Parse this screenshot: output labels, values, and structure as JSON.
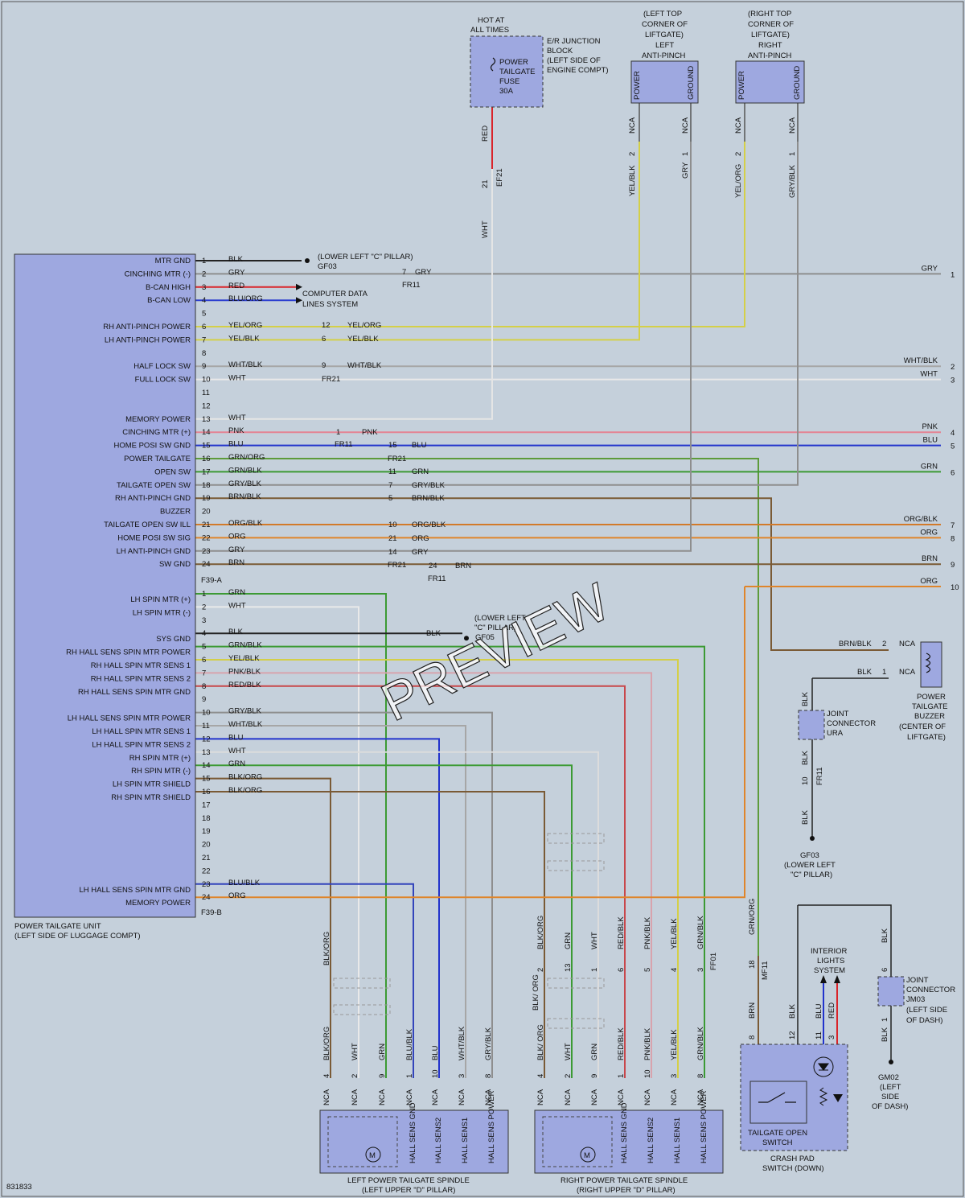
{
  "drawing_number": "831833",
  "watermark": "PREVIEW",
  "module": {
    "name": "POWER TAILGATE UNIT",
    "location": "(LEFT SIDE OF LUGGAGE COMPT)",
    "connector_a": "F39-A",
    "connector_b": "F39-B",
    "pins_a": [
      {
        "pin": "1",
        "label": "MTR GND",
        "color": "BLK",
        "hex": "#222222"
      },
      {
        "pin": "2",
        "label": "CINCHING MTR (-)",
        "color": "GRY",
        "hex": "#8c8c8c"
      },
      {
        "pin": "3",
        "label": "B-CAN HIGH",
        "color": "RED",
        "hex": "#d9242a"
      },
      {
        "pin": "4",
        "label": "B-CAN LOW",
        "color": "BLU/ORG",
        "hex": "#2d3fd0"
      },
      {
        "pin": "5",
        "label": "",
        "color": "",
        "hex": ""
      },
      {
        "pin": "6",
        "label": "RH ANTI-PINCH POWER",
        "color": "YEL/ORG",
        "hex": "#d8d24a"
      },
      {
        "pin": "7",
        "label": "LH ANTI-PINCH POWER",
        "color": "YEL/BLK",
        "hex": "#cbc545"
      },
      {
        "pin": "8",
        "label": "",
        "color": "",
        "hex": ""
      },
      {
        "pin": "9",
        "label": "HALF LOCK SW",
        "color": "WHT/BLK",
        "hex": "#9a9a9a"
      },
      {
        "pin": "10",
        "label": "FULL LOCK SW",
        "color": "WHT",
        "hex": "#e6e6e6"
      },
      {
        "pin": "11",
        "label": "",
        "color": "",
        "hex": ""
      },
      {
        "pin": "12",
        "label": "",
        "color": "",
        "hex": ""
      },
      {
        "pin": "13",
        "label": "MEMORY POWER",
        "color": "WHT",
        "hex": "#e6e6e6"
      },
      {
        "pin": "14",
        "label": "CINCHING MTR (+)",
        "color": "PNK",
        "hex": "#e07a8c"
      },
      {
        "pin": "15",
        "label": "HOME POSI SW GND",
        "color": "BLU",
        "hex": "#2233cc"
      },
      {
        "pin": "16",
        "label": "POWER TAILGATE",
        "color": "GRN/ORG",
        "hex": "#5d9b3a"
      },
      {
        "pin": "17",
        "label": "OPEN SW",
        "color": "GRN/BLK",
        "hex": "#3f8f2f"
      },
      {
        "pin": "18",
        "label": "TAILGATE OPEN SW",
        "color": "GRY/BLK",
        "hex": "#8c8c8c"
      },
      {
        "pin": "19",
        "label": "RH ANTI-PINCH GND",
        "color": "BRN/BLK",
        "hex": "#7a5a35"
      },
      {
        "pin": "20",
        "label": "BUZZER",
        "color": "",
        "hex": ""
      },
      {
        "pin": "21",
        "label": "TAILGATE OPEN SW ILL",
        "color": "ORG/BLK",
        "hex": "#d9822b"
      },
      {
        "pin": "22",
        "label": "HOME POSI SW SIG",
        "color": "ORG",
        "hex": "#e0862a"
      },
      {
        "pin": "23",
        "label": "LH ANTI-PINCH GND",
        "color": "GRY",
        "hex": "#8c8c8c"
      },
      {
        "pin": "24",
        "label": "SW GND",
        "color": "BRN",
        "hex": "#7a5a35"
      }
    ],
    "pins_b": [
      {
        "pin": "1",
        "label": "LH SPIN MTR (+)",
        "color": "GRN"
      },
      {
        "pin": "2",
        "label": "LH SPIN MTR (-)",
        "color": "WHT"
      },
      {
        "pin": "3",
        "label": "",
        "color": ""
      },
      {
        "pin": "4",
        "label": "SYS GND",
        "color": "BLK"
      },
      {
        "pin": "5",
        "label": "RH HALL SENS SPIN MTR POWER",
        "color": "GRN/BLK"
      },
      {
        "pin": "6",
        "label": "RH HALL SPIN MTR SENS 1",
        "color": "YEL/BLK"
      },
      {
        "pin": "7",
        "label": "RH HALL SPIN MTR SENS 2",
        "color": "PNK/BLK"
      },
      {
        "pin": "8",
        "label": "RH HALL SENS SPIN MTR GND",
        "color": "RED/BLK"
      },
      {
        "pin": "9",
        "label": "",
        "color": ""
      },
      {
        "pin": "10",
        "label": "LH HALL SENS SPIN MTR POWER",
        "color": "GRY/BLK"
      },
      {
        "pin": "11",
        "label": "LH HALL SPIN MTR SENS 1",
        "color": "WHT/BLK"
      },
      {
        "pin": "12",
        "label": "LH HALL SPIN MTR SENS 2",
        "color": "BLU"
      },
      {
        "pin": "13",
        "label": "RH SPIN MTR (+)",
        "color": "WHT"
      },
      {
        "pin": "14",
        "label": "RH SPIN MTR (-)",
        "color": "GRN"
      },
      {
        "pin": "15",
        "label": "LH SPIN MTR SHIELD",
        "color": "BLK/ORG"
      },
      {
        "pin": "16",
        "label": "RH SPIN MTR SHIELD",
        "color": "BLK/ORG"
      },
      {
        "pin": "17",
        "label": "",
        "color": ""
      },
      {
        "pin": "18",
        "label": "",
        "color": ""
      },
      {
        "pin": "19",
        "label": "",
        "color": ""
      },
      {
        "pin": "20",
        "label": "",
        "color": ""
      },
      {
        "pin": "21",
        "label": "",
        "color": ""
      },
      {
        "pin": "22",
        "label": "",
        "color": ""
      },
      {
        "pin": "23",
        "label": "LH HALL SENS SPIN MTR GND",
        "color": "BLU/BLK"
      },
      {
        "pin": "24",
        "label": "MEMORY POWER",
        "color": "ORG"
      }
    ]
  },
  "inline_labels": {
    "gf03_top": "(LOWER LEFT \"C\" PILLAR)",
    "gf03_top_id": "GF03",
    "computer_data": "COMPUTER DATA",
    "lines_system": "LINES SYSTEM",
    "fr11": "FR11",
    "fr21": "FR21",
    "gf05_a": "(LOWER LEFT",
    "gf05_b": "\"C\" PILLAR)",
    "gf05_id": "GF05",
    "f7": "7",
    "f12": "12",
    "f6": "6",
    "f9": "9",
    "f1": "1",
    "f15": "15",
    "f11": "11",
    "f7b": "7",
    "f5": "5",
    "f10": "10",
    "f21": "21",
    "f14": "14",
    "f24": "24",
    "c_gry": "GRY",
    "c_yelorg": "YEL/ORG",
    "c_yelblk": "YEL/BLK",
    "c_whtblk": "WHT/BLK",
    "c_pnk": "PNK",
    "c_blu": "BLU",
    "c_grn": "GRN",
    "c_gryblk": "GRY/BLK",
    "c_brnblk": "BRN/BLK",
    "c_orgblk": "ORG/BLK",
    "c_org": "ORG",
    "c_brn": "BRN",
    "c_blk": "BLK"
  },
  "right_edge": [
    {
      "color": "GRY",
      "ref": "1"
    },
    {
      "color": "WHT/BLK",
      "ref": "2"
    },
    {
      "color": "WHT",
      "ref": "3"
    },
    {
      "color": "PNK",
      "ref": "4"
    },
    {
      "color": "BLU",
      "ref": "5"
    },
    {
      "color": "GRN",
      "ref": "6"
    },
    {
      "color": "ORG/BLK",
      "ref": "7"
    },
    {
      "color": "ORG",
      "ref": "8"
    },
    {
      "color": "BRN",
      "ref": "9"
    },
    {
      "color": "ORG",
      "ref": "10"
    }
  ],
  "fuse": {
    "hot": "HOT AT",
    "all_times": "ALL TIMES",
    "block_1": "E/R JUNCTION",
    "block_2": "BLOCK",
    "block_3": "(LEFT SIDE OF",
    "block_4": "ENGINE COMPT)",
    "name_1": "POWER",
    "name_2": "TAILGATE",
    "name_3": "FUSE",
    "name_4": "30A",
    "wire_red": "RED",
    "pin": "21",
    "conn": "EF21",
    "wire_wht": "WHT"
  },
  "anti_pinch_left": {
    "l1": "(LEFT TOP",
    "l2": "CORNER OF",
    "l3": "LIFTGATE)",
    "l4": "LEFT",
    "l5": "ANTI-PINCH",
    "power": "POWER",
    "ground": "GROUND",
    "nca": "NCA",
    "pin_p": "2",
    "pin_g": "1",
    "wire_p": "YEL/BLK",
    "wire_g": "GRY"
  },
  "anti_pinch_right": {
    "l1": "(RIGHT TOP",
    "l2": "CORNER OF",
    "l3": "LIFTGATE)",
    "l4": "RIGHT",
    "l5": "ANTI-PINCH",
    "power": "POWER",
    "ground": "GROUND",
    "nca": "NCA",
    "pin_p": "2",
    "pin_g": "1",
    "wire_p": "YEL/ORG",
    "wire_g": "GRY/BLK"
  },
  "buzzer": {
    "w1": "BRN/BLK",
    "p1": "2",
    "n1": "NCA",
    "w2": "BLK",
    "p2": "1",
    "n2": "NCA",
    "l1": "POWER",
    "l2": "TAILGATE",
    "l3": "BUZZER",
    "l4": "(CENTER OF",
    "l5": "LIFTGATE)"
  },
  "joint_ura": {
    "l1": "JOINT",
    "l2": "CONNECTOR",
    "l3": "URA",
    "w_top": "BLK",
    "w_mid": "BLK",
    "w_bot": "BLK",
    "pin": "10",
    "conn": "FR11",
    "gnd_1": "GF03",
    "gnd_2": "(LOWER LEFT",
    "gnd_3": "\"C\" PILLAR)"
  },
  "joint_jm03": {
    "l1": "JOINT",
    "l2": "CONNECTOR",
    "l3": "JM03",
    "l4": "(LEFT SIDE",
    "l5": "OF DASH)",
    "w_top": "BLK",
    "w_bot": "BLK",
    "p_top": "6",
    "p_bot": "1",
    "gnd_1": "GM02",
    "gnd_2": "(LEFT",
    "gnd_3": "SIDE",
    "gnd_4": "OF DASH)"
  },
  "crash_pad": {
    "interior_1": "INTERIOR",
    "interior_2": "LIGHTS",
    "interior_3": "SYSTEM",
    "w_grnorg": "GRN/ORG",
    "pin_18": "18",
    "conn": "MF11",
    "w_brn": "BRN",
    "w_blk": "BLK",
    "w_blu": "BLU",
    "w_red": "RED",
    "p8": "8",
    "p12": "12",
    "p11": "11",
    "p3": "3",
    "switch_1": "TAILGATE OPEN",
    "switch_2": "SWITCH",
    "name_1": "CRASH PAD",
    "name_2": "SWITCH (DOWN)"
  },
  "left_spindle": {
    "name_1": "LEFT POWER TAILGATE SPINDLE",
    "name_2": "(LEFT UPPER \"D\" PILLAR)",
    "upper_wire": "BLK/ORG",
    "wires": [
      "BLK/ORG",
      "WHT",
      "GRN",
      "BLU/BLK",
      "BLU",
      "WHT/BLK",
      "GRY/BLK"
    ],
    "pins": [
      "4",
      "2",
      "9",
      "1",
      "10",
      "3",
      "8"
    ],
    "nca": "NCA",
    "motor": "M",
    "sens": [
      "HALL SENS GND",
      "HALL SENS2",
      "HALL SENS1",
      "HALL SENS POWER"
    ]
  },
  "right_spindle": {
    "name_1": "RIGHT POWER TAILGATE SPINDLE",
    "name_2": "(RIGHT UPPER \"D\" PILLAR)",
    "upper_wires": [
      "BLK/ORG",
      "GRN",
      "WHT",
      "RED/BLK",
      "PNK/BLK",
      "YEL/BLK",
      "GRN/BLK"
    ],
    "upper_pins": [
      "2",
      "13",
      "1",
      "6",
      "5",
      "4",
      "3"
    ],
    "conn": "FF01",
    "wires": [
      "BLK/ ORG",
      "WHT",
      "GRN",
      "RED/BLK",
      "PNK/BLK",
      "YEL/BLK",
      "GRN/BLK"
    ],
    "mid_wire": "BLK/ ORG",
    "pins": [
      "4",
      "2",
      "9",
      "1",
      "10",
      "3",
      "8"
    ],
    "nca": "NCA",
    "motor": "M",
    "sens": [
      "HALL SENS GND",
      "HALL SENS2",
      "HALL SENS1",
      "HALL SENS POWER"
    ]
  }
}
